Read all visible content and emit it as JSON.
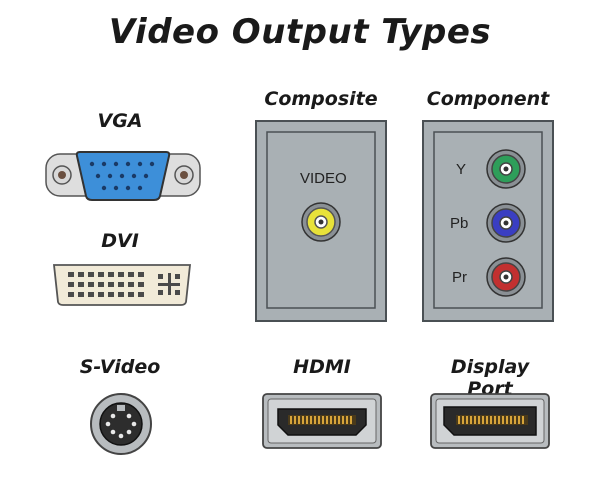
{
  "title": "Video Output Types",
  "connectors": {
    "vga": {
      "label": "VGA"
    },
    "dvi": {
      "label": "DVI"
    },
    "svideo": {
      "label": "S-Video"
    },
    "composite": {
      "label": "Composite",
      "jack_label": "VIDEO",
      "jack_color": "#e8e23a"
    },
    "component": {
      "label": "Component",
      "jacks": [
        {
          "label": "Y",
          "color": "#2e9e5a"
        },
        {
          "label": "Pb",
          "color": "#3a3ec2"
        },
        {
          "label": "Pr",
          "color": "#c23030"
        }
      ]
    },
    "hdmi": {
      "label": "HDMI"
    },
    "displayport": {
      "label": "Display Port"
    }
  },
  "colors": {
    "panel_fill": "#a9b0b4",
    "vga_body": "#3d8fd9",
    "dvi_body": "#f1ead8",
    "metal": "#b8bcbf"
  }
}
